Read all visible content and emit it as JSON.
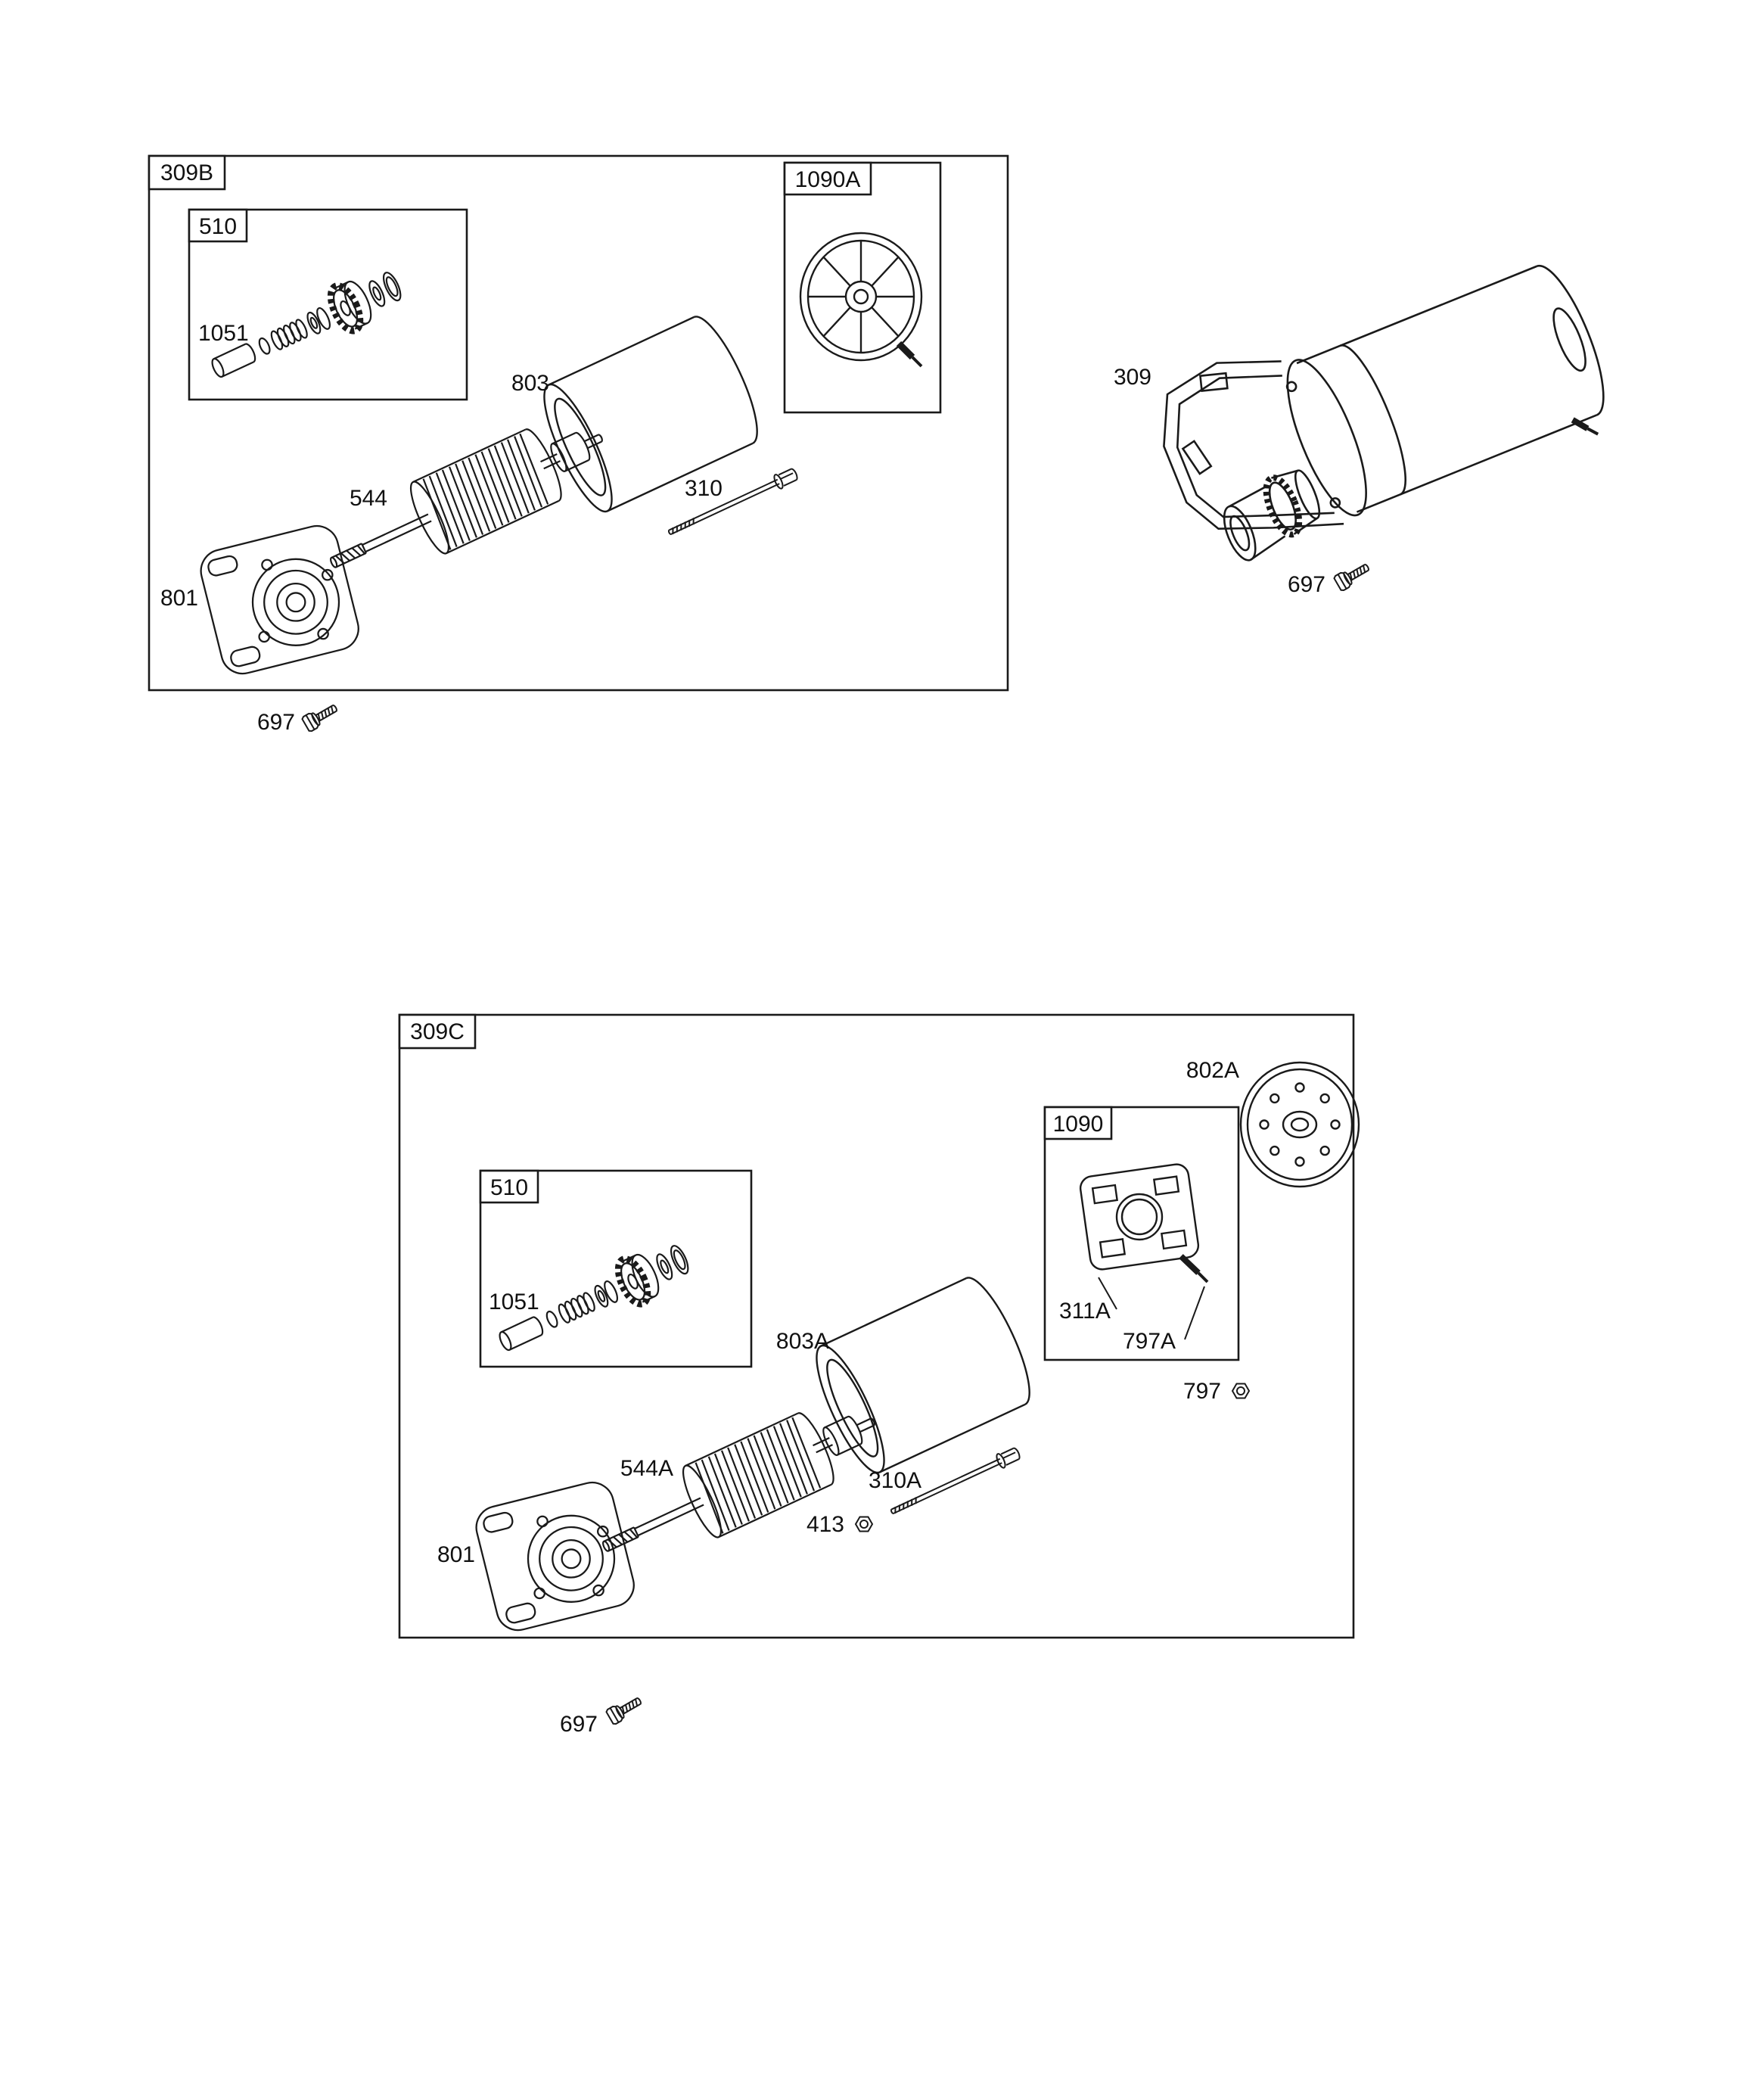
{
  "page": {
    "background": "#ffffff",
    "line_color": "#1a1a1a"
  },
  "sections": {
    "top": {
      "group": "309B",
      "pinion_group": "510",
      "pinion_pin": "1051",
      "cap_group": "1090A",
      "housing": "803",
      "armature": "544",
      "bolt": "310",
      "bracket": "801",
      "screw": "697"
    },
    "right": {
      "assembly": "309",
      "screw": "697"
    },
    "bottom": {
      "group": "309C",
      "end_plate": "802A",
      "brush_group": "1090",
      "brush_holder": "311A",
      "terminal": "797A",
      "nut": "797",
      "pinion_group": "510",
      "pinion_pin": "1051",
      "housing": "803A",
      "armature": "544A",
      "bolt": "310A",
      "bolt_nut": "413",
      "bracket": "801",
      "screw": "697"
    }
  }
}
